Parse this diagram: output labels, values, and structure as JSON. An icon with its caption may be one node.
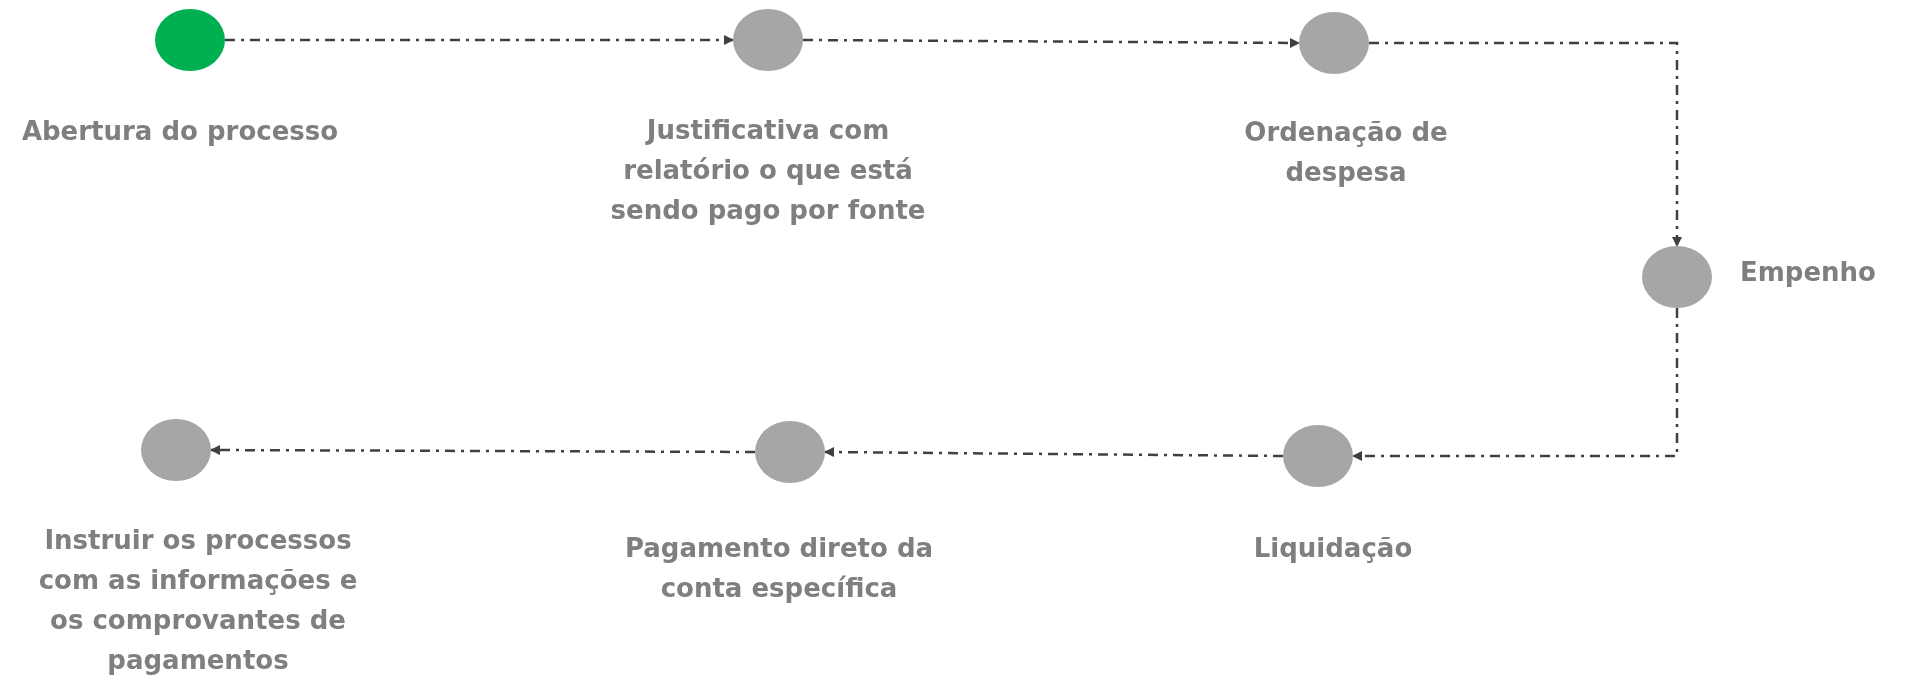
{
  "diagram": {
    "nodes": [
      {
        "text": [],
        "shape": "circle",
        "beside": [
          "Abertura do processo"
        ]
      },
      {
        "text": [],
        "shape": "circle",
        "beside": [
          "Justificativa com relatório o que está sendo pago por fonte"
        ]
      },
      {
        "text": [],
        "shape": "circle",
        "beside": [
          "Ordenação de despesa"
        ]
      },
      {
        "text": [],
        "shape": "circle",
        "beside": [
          "Empenho"
        ]
      },
      {
        "text": [],
        "shape": "circle",
        "beside": [
          "Liquidação"
        ]
      },
      {
        "text": [],
        "shape": "circle",
        "beside": [
          "Pagamento direto da conta específica"
        ]
      },
      {
        "text": [],
        "shape": "circle",
        "beside": [
          "Instruir os processos com as informações e os comprovantes de pagamentos"
        ]
      }
    ],
    "edges": [
      {
        "from": 0,
        "to": 1,
        "arrow": "to",
        "style": "dashed"
      },
      {
        "from": 1,
        "to": 2,
        "arrow": "to",
        "style": "dashed"
      },
      {
        "from": 2,
        "to": 3,
        "arrow": "to",
        "style": "dashed"
      },
      {
        "from": 3,
        "to": 4,
        "arrow": "to",
        "style": "dashed"
      },
      {
        "from": 4,
        "to": 5,
        "arrow": "to",
        "style": "dashed"
      },
      {
        "from": 5,
        "to": 6,
        "arrow": "to",
        "style": "dashed"
      }
    ]
  }
}
